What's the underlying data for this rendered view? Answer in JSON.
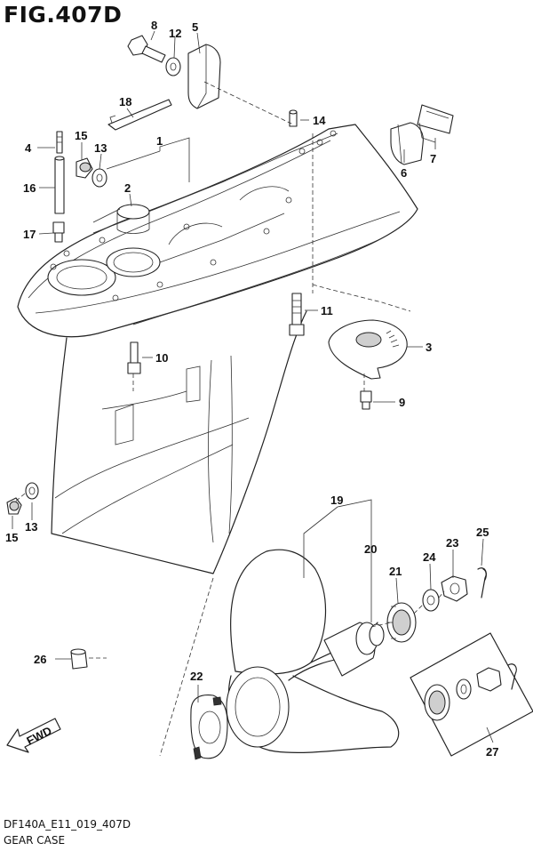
{
  "title": "FIG.407D",
  "footer": {
    "code": "DF140A_E11_019_407D",
    "name": "GEAR CASE"
  },
  "fwd_label": "FWD",
  "callouts": {
    "c1": "1",
    "c2": "2",
    "c3": "3",
    "c4": "4",
    "c5": "5",
    "c6": "6",
    "c7": "7",
    "c8": "8",
    "c9": "9",
    "c10": "10",
    "c11": "11",
    "c12": "12",
    "c13a": "13",
    "c13b": "13",
    "c14": "14",
    "c15a": "15",
    "c15b": "15",
    "c16": "16",
    "c17": "17",
    "c18": "18",
    "c19": "19",
    "c20": "20",
    "c21": "21",
    "c22": "22",
    "c23": "23",
    "c24": "24",
    "c25": "25",
    "c26": "26",
    "c27": "27"
  }
}
